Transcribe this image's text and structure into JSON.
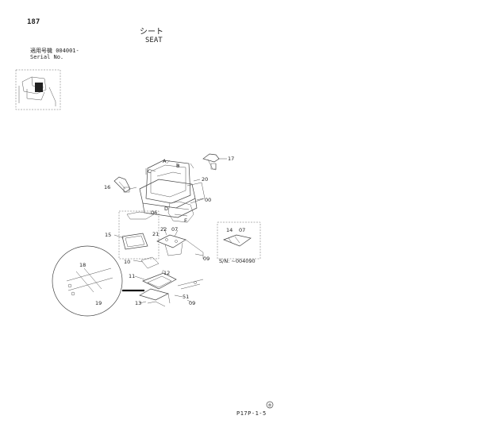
{
  "header": {
    "page_number": "187",
    "title_jp": "シート",
    "title_en": "SEAT",
    "serial_jp": "適用号機 004001-",
    "serial_en": "Serial No."
  },
  "callouts": [
    "17",
    "A",
    "B",
    "C",
    "20",
    "16",
    "D",
    "00",
    "06",
    "E",
    "14",
    "07",
    "15",
    "21",
    "22",
    "07",
    "S/N: ~004090",
    "09",
    "10",
    "18",
    "12",
    "11",
    "19",
    "13",
    "51",
    "09"
  ],
  "footer": {
    "stamp": "®",
    "code": "P17P-1-5"
  }
}
